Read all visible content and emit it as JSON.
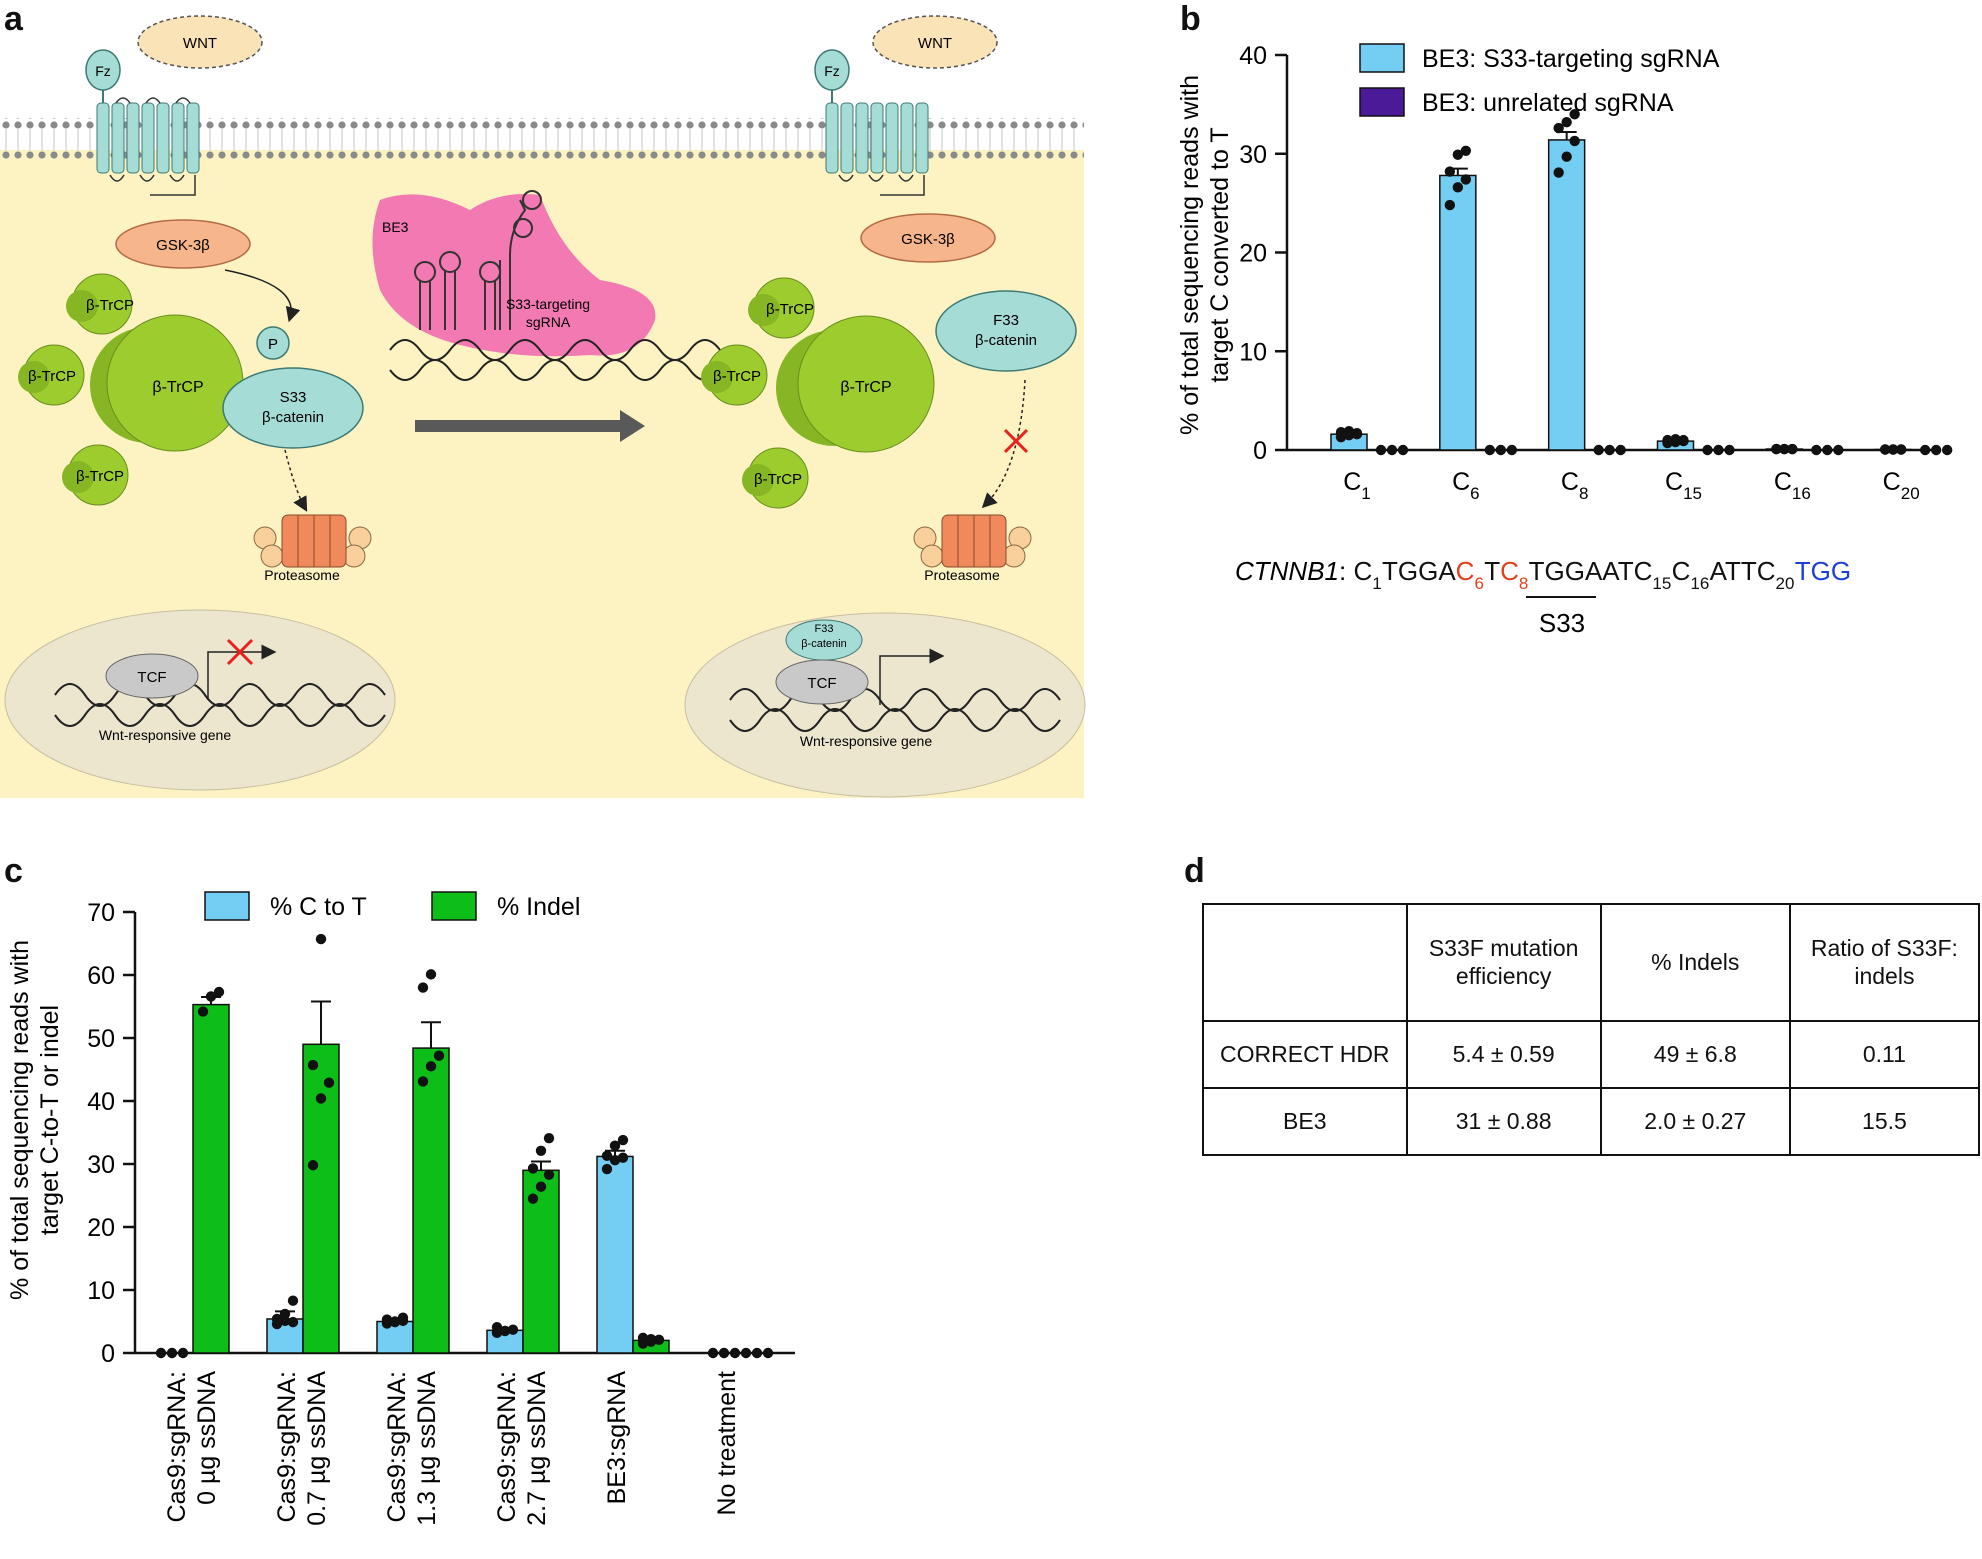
{
  "panel_labels": {
    "a": "a",
    "b": "b",
    "c": "c",
    "d": "d"
  },
  "panel_a": {
    "left": {
      "wnt": "WNT",
      "fz": "Fz",
      "gsk": "GSK-3β",
      "p": "P",
      "btrcp_small": [
        "β-TrCP",
        "β-TrCP",
        "β-TrCP"
      ],
      "btrcp_large": "β-TrCP",
      "beta_catenin": [
        "S33",
        "β-catenin"
      ],
      "proteasome": "Proteasome",
      "tcf": "TCF",
      "gene": "Wnt-responsive gene"
    },
    "center": {
      "be3": "BE3",
      "sgrna": [
        "S33-targeting",
        "sgRNA"
      ]
    },
    "right": {
      "wnt": "WNT",
      "fz": "Fz",
      "gsk": "GSK-3β",
      "btrcp_small": [
        "β-TrCP",
        "β-TrCP",
        "β-TrCP"
      ],
      "btrcp_large": "β-TrCP",
      "beta_catenin": [
        "F33",
        "β-catenin"
      ],
      "proteasome": "Proteasome",
      "nuc_catenin": [
        "F33",
        "β-catenin"
      ],
      "tcf": "TCF",
      "gene": "Wnt-responsive gene"
    },
    "colors": {
      "cytoplasm": "#fcf2c2",
      "btrcp": "#9ccc2e",
      "catenin": "#a6dcd6",
      "gsk": "#f7b58c",
      "be3": "#f279b2",
      "nucleus": "#ece6cf",
      "inhibit": "#e8201e",
      "arrow": "#595959"
    }
  },
  "panel_b": {
    "chart_data": {
      "type": "bar",
      "ylabel": [
        "% of total sequencing reads with",
        "target C converted to T"
      ],
      "ylim": [
        0,
        40
      ],
      "yticks": [
        0,
        10,
        20,
        30,
        40
      ],
      "categories": [
        {
          "base": "C",
          "sub": "1"
        },
        {
          "base": "C",
          "sub": "6"
        },
        {
          "base": "C",
          "sub": "8"
        },
        {
          "base": "C",
          "sub": "15"
        },
        {
          "base": "C",
          "sub": "16"
        },
        {
          "base": "C",
          "sub": "20"
        }
      ],
      "series": [
        {
          "name": "BE3: S33-targeting sgRNA",
          "color": "#74cdf2",
          "values": [
            1.6,
            27.8,
            31.4,
            0.9,
            0.1,
            0.05
          ],
          "errors": [
            0.15,
            0.7,
            0.8,
            0.1,
            0.02,
            0.02
          ],
          "points": [
            [
              1.3,
              1.5,
              1.7,
              1.8,
              1.9,
              1.6
            ],
            [
              24.8,
              26.6,
              27.4,
              28.2,
              29.9,
              30.3
            ],
            [
              28.1,
              29.7,
              31.3,
              32.6,
              33.2,
              34.0
            ],
            [
              0.7,
              0.8,
              0.9,
              1.0,
              1.1,
              1.0
            ],
            [
              0.1,
              0.1,
              0.1,
              0.1,
              0.1,
              0.1
            ],
            [
              0.05,
              0.05,
              0.05,
              0.05,
              0.05,
              0.05
            ]
          ]
        },
        {
          "name": "BE3: unrelated sgRNA",
          "color": "#4b1a99",
          "values": [
            0,
            0,
            0,
            0,
            0,
            0
          ],
          "errors": [
            0,
            0,
            0,
            0,
            0,
            0
          ],
          "points": [
            [
              0,
              0,
              0
            ],
            [
              0,
              0,
              0
            ],
            [
              0,
              0,
              0
            ],
            [
              0,
              0,
              0
            ],
            [
              0,
              0,
              0
            ],
            [
              0,
              0,
              0
            ]
          ]
        }
      ]
    },
    "sequence": {
      "gene": "CTNNB1",
      "segments": [
        {
          "text": "C",
          "sub": "1",
          "color": "#111111"
        },
        {
          "text": "TGGA",
          "sub": "",
          "color": "#111111"
        },
        {
          "text": "C",
          "sub": "6",
          "color": "#e2401c"
        },
        {
          "text": "T",
          "sub": "",
          "color": "#111111"
        },
        {
          "text": "C",
          "sub": "8",
          "color": "#e2401c"
        },
        {
          "text": "TGGAATC",
          "sub": "15",
          "color": "#111111"
        },
        {
          "text": "C",
          "sub": "16",
          "color": "#111111"
        },
        {
          "text": "ATTC",
          "sub": "20",
          "color": "#111111"
        },
        {
          "text": "TGG",
          "sub": "",
          "color": "#1e3fd6"
        }
      ],
      "codon_label": "S33"
    }
  },
  "panel_c": {
    "chart_data": {
      "type": "bar",
      "ylabel": [
        "% of total sequencing reads with",
        "target C-to-T or indel"
      ],
      "ylim": [
        0,
        70
      ],
      "yticks": [
        0,
        10,
        20,
        30,
        40,
        50,
        60,
        70
      ],
      "categories": [
        [
          "Cas9:sgRNA:",
          "0 µg ssDNA"
        ],
        [
          "Cas9:sgRNA:",
          "0.7 µg ssDNA"
        ],
        [
          "Cas9:sgRNA:",
          "1.3 µg ssDNA"
        ],
        [
          "Cas9:sgRNA:",
          "2.7 µg ssDNA"
        ],
        [
          "BE3:sgRNA"
        ],
        [
          "No treatment"
        ]
      ],
      "series": [
        {
          "name": "% C to T",
          "color": "#74cdf2",
          "values": [
            0,
            5.4,
            5.0,
            3.6,
            31.2,
            0
          ],
          "errors": [
            0,
            1.2,
            0.3,
            0.3,
            0.9,
            0
          ],
          "points": [
            [
              0,
              0,
              0
            ],
            [
              4.6,
              5.1,
              4.9,
              5.4,
              6.2,
              8.3
            ],
            [
              4.7,
              4.9,
              5.1,
              5.3,
              5.0,
              5.6
            ],
            [
              3.2,
              3.5,
              3.7,
              4.1,
              3.5
            ],
            [
              29.2,
              30.6,
              31.0,
              31.3,
              32.9,
              33.8
            ],
            [
              0,
              0,
              0,
              0,
              0,
              0
            ]
          ]
        },
        {
          "name": "% Indel",
          "color": "#0dbe19",
          "values": [
            55.3,
            49,
            48.4,
            29,
            2.0,
            0
          ],
          "errors": [
            1.2,
            6.8,
            4.1,
            1.4,
            0.27,
            0
          ],
          "points": [
            [
              54.2,
              56.6,
              57.3
            ],
            [
              29.8,
              40.4,
              42.9,
              45.7,
              65.7
            ],
            [
              43.1,
              45.5,
              47.2,
              58.0,
              60.1
            ],
            [
              24.5,
              26.4,
              28.3,
              29.3,
              32.1,
              34.1
            ],
            [
              1.5,
              1.8,
              2.1,
              2.4,
              2.2
            ],
            [
              0,
              0,
              0,
              0,
              0,
              0
            ]
          ]
        }
      ]
    }
  },
  "panel_d": {
    "headers": [
      "",
      "S33F mutation efficiency",
      "% Indels",
      "Ratio of S33F: indels"
    ],
    "rows": [
      [
        "CORRECT HDR",
        "5.4 ± 0.59",
        "49 ± 6.8",
        "0.11"
      ],
      [
        "BE3",
        "31 ± 0.88",
        "2.0 ± 0.27",
        "15.5"
      ]
    ]
  }
}
